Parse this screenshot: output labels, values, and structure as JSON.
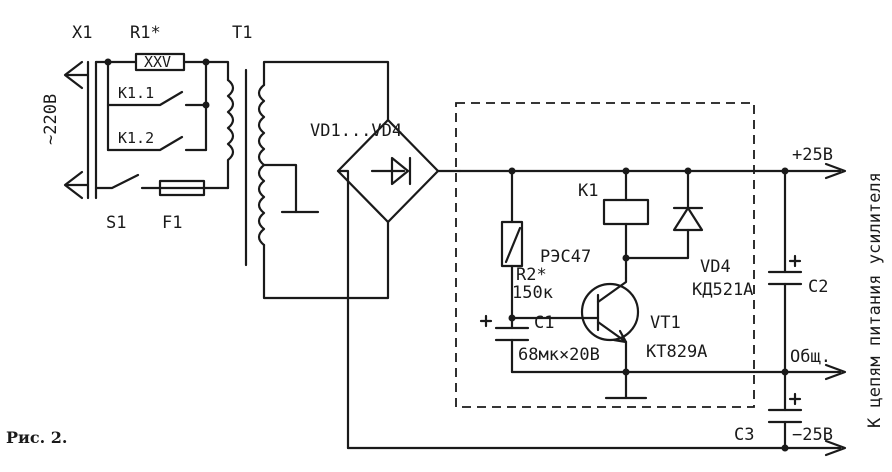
{
  "caption": "Рис. 2.",
  "labels": {
    "x1": "X1",
    "mains": "~220В",
    "r1": "R1*",
    "r1_value": "XXV",
    "k1_1": "K1.1",
    "k1_2": "K1.2",
    "s1": "S1",
    "f1": "F1",
    "t1": "T1",
    "bridge": "VD1...VD4",
    "k1": "K1",
    "relay_type": "РЭС47",
    "r2": "R2*",
    "r2_value": "150к",
    "c1": "C1",
    "c1_value": "68мк×20В",
    "vt1": "VT1",
    "vt1_type": "КТ829А",
    "vd4": "VD4",
    "vd4_type": "КД521А",
    "c2": "C2",
    "c3": "C3",
    "plus25": "+25В",
    "minus25": "−25В",
    "common": "Общ.",
    "destination": "К цепям питания усилителя"
  }
}
